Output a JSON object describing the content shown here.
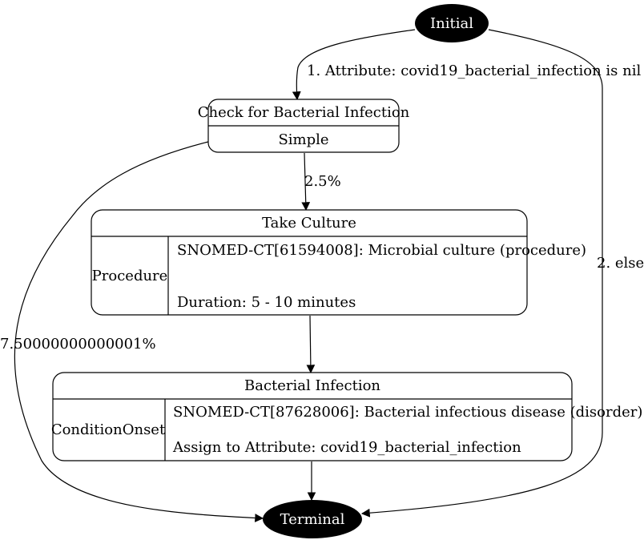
{
  "nodes": {
    "initial": {
      "label": "Initial"
    },
    "terminal": {
      "label": "Terminal"
    },
    "check": {
      "title": "Check for Bacterial Infection",
      "type": "Simple"
    },
    "culture": {
      "title": "Take Culture",
      "type": "Procedure",
      "code": "SNOMED-CT[61594008]: Microbial culture (procedure)",
      "duration": "Duration: 5 - 10 minutes"
    },
    "infection": {
      "title": "Bacterial Infection",
      "type": "ConditionOnset",
      "code": "SNOMED-CT[87628006]: Bacterial infectious disease (disorder)",
      "assign": "Assign to Attribute: covid19_bacterial_infection"
    }
  },
  "edges": {
    "initial_to_check": "1. Attribute: covid19_bacterial_infection is nil",
    "initial_to_terminal": "2. else",
    "check_to_culture": "2.5%",
    "check_to_terminal": "7.50000000000001%"
  }
}
